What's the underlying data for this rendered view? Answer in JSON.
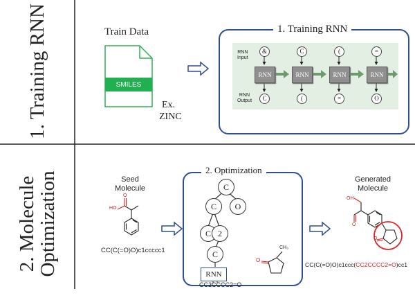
{
  "section1": {
    "title": "1. Training RNN"
  },
  "section2": {
    "title_line1": "2. Molecule",
    "title_line2": "Optimization"
  },
  "train_data": {
    "title": "Train Data",
    "file_label": "SMILES",
    "example_line1": "Ex.",
    "example_line2": "ZINC"
  },
  "training_panel": {
    "title": "1. Training RNN",
    "input_label_line1": "RNN",
    "input_label_line2": "Input",
    "output_label_line1": "RNN",
    "output_label_line2": "Output",
    "cell_label": "RNN",
    "inputs": [
      "&",
      "C",
      "(",
      "="
    ],
    "outputs": [
      "C",
      "(",
      "=",
      "O"
    ]
  },
  "seed": {
    "label_line1": "Seed",
    "label_line2": "Molecule",
    "oh_label": "HO",
    "o_label": "O",
    "smiles": "CC(C(=O)O)c1ccccc1"
  },
  "optimization_panel": {
    "title": "2. Optimization",
    "tree_nodes": [
      "C",
      "C",
      "O",
      "C",
      "2",
      "C"
    ],
    "rnn_label": "RNN",
    "generated_smiles": "CC2CCCC2=O",
    "ring_o_label": "O",
    "methyl_label": "CH₃"
  },
  "generated": {
    "label_line1": "Generated",
    "label_line2": "Molecule",
    "oh_label": "OH",
    "o_label": "O",
    "ring_o_label": "O",
    "smiles_prefix": "CC(C(=O)O)c1ccc(",
    "smiles_highlight": "CC2CCCC2=O",
    "smiles_suffix": ")cc1"
  },
  "colors": {
    "panel_border": "#2f4f8f",
    "arrow_outline": "#2f4f8f",
    "rnn_strip": "#e4efe4",
    "rnn_arrow": "#6f9a6f",
    "smiles_band": "#20b050",
    "file_outline": "#30b050",
    "highlight": "#dd2222"
  }
}
